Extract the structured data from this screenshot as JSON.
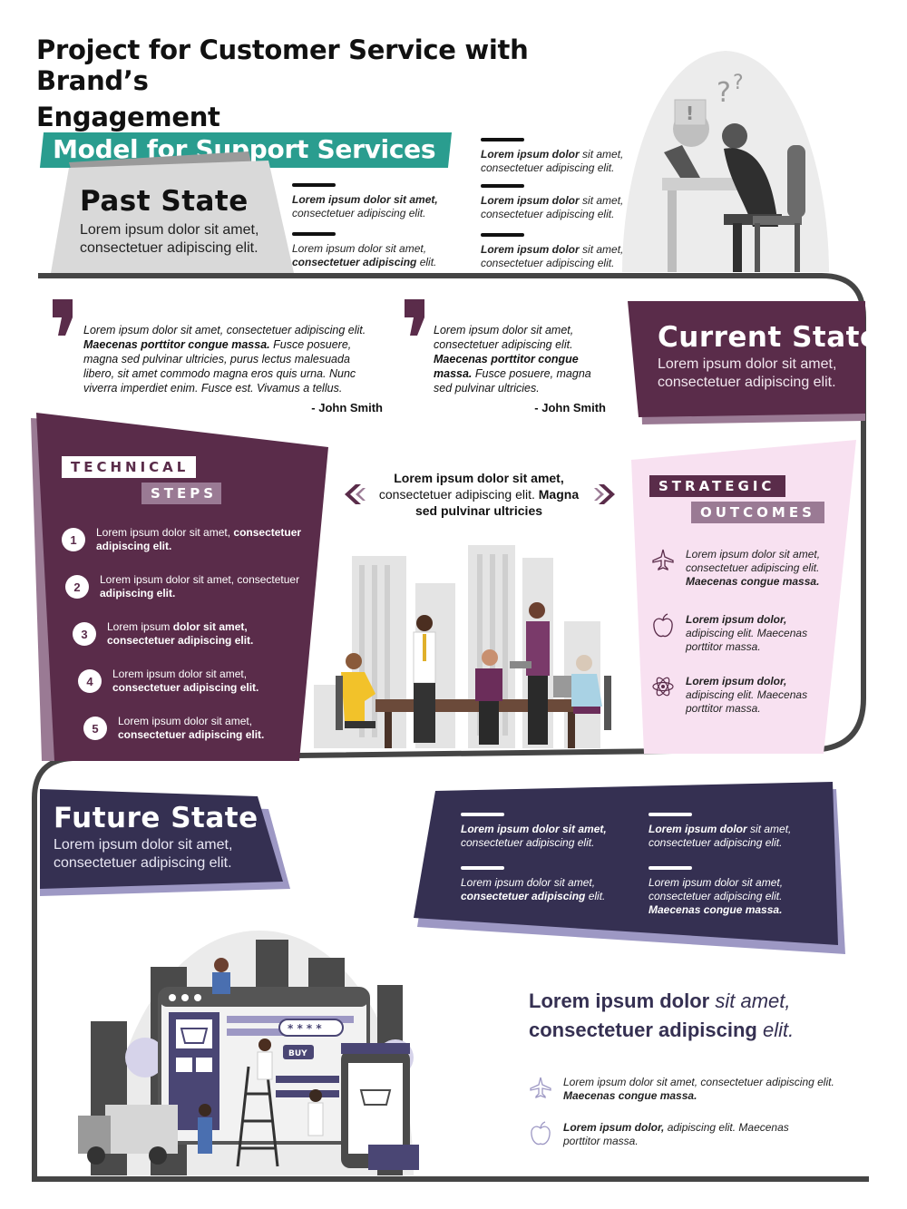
{
  "header": {
    "title_line1": "Project for Customer Service with Brand’s",
    "title_line2_plain": "Engagement",
    "title_line2_highlight": "Model for Support Services"
  },
  "past": {
    "title": "Past State",
    "desc": "Lorem ipsum dolor sit amet, consectetuer adipiscing elit.",
    "items": [
      {
        "bold": "Lorem ipsum dolor sit amet,",
        "text": "consectetuer adipiscing elit."
      },
      {
        "text": "Lorem ipsum dolor sit amet,",
        "bold": "consectetuer adipiscing",
        "tail": "elit."
      },
      {
        "bold": "Lorem ipsum dolor",
        "text": "sit amet,",
        "text2": "consectetuer adipiscing elit."
      },
      {
        "bold": "Lorem ipsum dolor",
        "text": "sit amet,",
        "text2": "consectetuer adipiscing elit."
      },
      {
        "bold": "Lorem ipsum dolor",
        "text": "sit amet,",
        "text2": "consectetuer adipiscing elit."
      }
    ]
  },
  "quotes": [
    {
      "line1": "Lorem ipsum dolor sit amet, consectetuer adipiscing elit.",
      "bold": "Maecenas porttitor congue massa.",
      "rest": "Fusce posuere, magna sed pulvinar ultricies, purus lectus malesuada libero, sit amet commodo magna eros quis urna. Nunc viverra imperdiet enim. Fusce est. Vivamus a tellus.",
      "author": "- John Smith"
    },
    {
      "line1": "Lorem ipsum dolor sit amet, consectetuer adipiscing elit.",
      "bold": "Maecenas porttitor congue massa.",
      "rest": "Fusce posuere, magna sed pulvinar ultricies.",
      "author": "- John Smith"
    }
  ],
  "current": {
    "title": "Current State",
    "desc": "Lorem ipsum dolor sit amet, consectetuer adipiscing elit."
  },
  "center_text": {
    "bold1": "Lorem ipsum dolor sit amet,",
    "plain": "consectetuer adipiscing elit.",
    "bold2": "Magna sed pulvinar ultricies"
  },
  "technical": {
    "tag1": "TECHNICAL",
    "tag2": "STEPS",
    "steps": [
      {
        "num": "1",
        "text": "Lorem ipsum dolor sit amet,",
        "bold": "consectetuer adipiscing elit."
      },
      {
        "num": "2",
        "text": "Lorem ipsum dolor sit amet, consectetuer",
        "bold": "adipiscing elit."
      },
      {
        "num": "3",
        "text": "Lorem ipsum",
        "bold": "dolor sit amet, consectetuer adipiscing elit."
      },
      {
        "num": "4",
        "text": "Lorem ipsum dolor sit amet,",
        "bold": "consectetuer adipiscing elit."
      },
      {
        "num": "5",
        "text": "Lorem ipsum dolor sit amet,",
        "bold": "consectetuer adipiscing elit."
      }
    ]
  },
  "strategic": {
    "tag1": "STRATEGIC",
    "tag2": "OUTCOMES",
    "items": [
      {
        "icon": "airplane-icon",
        "text": "Lorem ipsum dolor sit amet, consectetuer adipiscing elit.",
        "bold": "Maecenas congue massa."
      },
      {
        "icon": "apple-icon",
        "bold": "Lorem ipsum dolor,",
        "text": "adipiscing elit. Maecenas porttitor massa."
      },
      {
        "icon": "atom-icon",
        "bold": "Lorem ipsum dolor,",
        "text": "adipiscing elit. Maecenas porttitor massa."
      }
    ]
  },
  "future": {
    "title": "Future State",
    "desc": "Lorem ipsum dolor sit amet, consectetuer adipiscing elit.",
    "items": [
      {
        "bold": "Lorem ipsum dolor sit amet,",
        "text": "consectetuer adipiscing elit."
      },
      {
        "bold": "Lorem ipsum dolor",
        "text": "sit amet,",
        "text2": "consectetuer adipiscing elit."
      },
      {
        "text": "Lorem ipsum dolor sit amet,",
        "bold": "consectetuer adipiscing",
        "tail": "elit."
      },
      {
        "text": "Lorem ipsum dolor sit amet, consectetuer adipiscing elit.",
        "bold": "Maecenas congue massa."
      }
    ],
    "big_bold1": "Lorem ipsum dolor",
    "big_ital1": "sit amet,",
    "big_bold2": "consectetuer adipiscing",
    "big_ital2": "elit.",
    "bottom_items": [
      {
        "icon": "airplane-icon",
        "text": "Lorem ipsum dolor sit amet, consectetuer adipiscing elit.",
        "bold": "Maecenas congue massa."
      },
      {
        "icon": "apple-icon",
        "bold": "Lorem ipsum dolor,",
        "text": "adipiscing elit. Maecenas porttitor massa."
      }
    ]
  },
  "illustration": {
    "buy_label": "BUY",
    "password_mask": "* * * *"
  },
  "colors": {
    "teal": "#2a9d8f",
    "plum": "#5a2c4a",
    "plum_light": "#9a7a94",
    "pink": "#f8e1f1",
    "navy": "#353052",
    "navy_light": "#9d98c4",
    "gray": "#d6d6d6"
  }
}
